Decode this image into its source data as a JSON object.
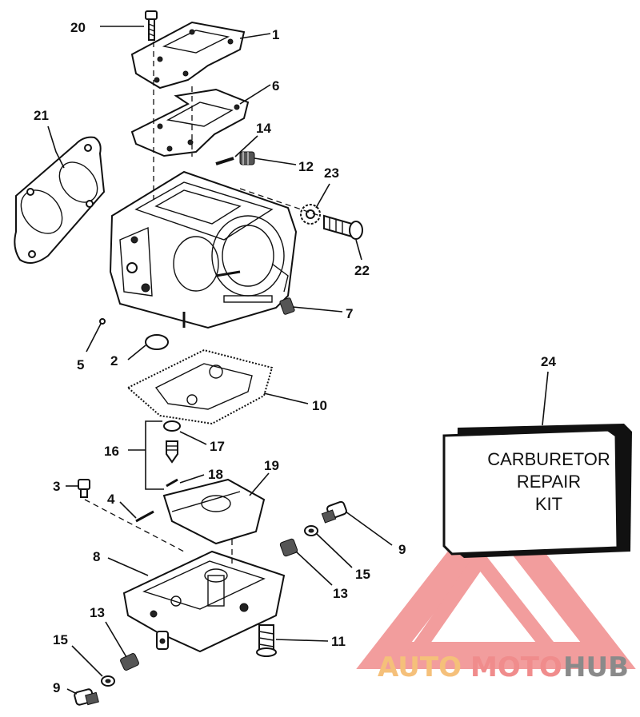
{
  "diagram": {
    "callouts": [
      {
        "id": "20",
        "text": "20"
      },
      {
        "id": "1",
        "text": "1"
      },
      {
        "id": "6",
        "text": "6"
      },
      {
        "id": "21",
        "text": "21"
      },
      {
        "id": "14",
        "text": "14"
      },
      {
        "id": "12",
        "text": "12"
      },
      {
        "id": "23",
        "text": "23"
      },
      {
        "id": "22",
        "text": "22"
      },
      {
        "id": "7",
        "text": "7"
      },
      {
        "id": "5",
        "text": "5"
      },
      {
        "id": "2",
        "text": "2"
      },
      {
        "id": "10",
        "text": "10"
      },
      {
        "id": "16",
        "text": "16"
      },
      {
        "id": "17",
        "text": "17"
      },
      {
        "id": "18",
        "text": "18"
      },
      {
        "id": "19",
        "text": "19"
      },
      {
        "id": "3",
        "text": "3"
      },
      {
        "id": "4",
        "text": "4"
      },
      {
        "id": "8",
        "text": "8"
      },
      {
        "id": "9a",
        "text": "9"
      },
      {
        "id": "15a",
        "text": "15"
      },
      {
        "id": "13a",
        "text": "13"
      },
      {
        "id": "13b",
        "text": "13"
      },
      {
        "id": "11",
        "text": "11"
      },
      {
        "id": "15b",
        "text": "15"
      },
      {
        "id": "9b",
        "text": "9"
      },
      {
        "id": "24",
        "text": "24"
      }
    ],
    "kit_box": {
      "line1": "CARBURETOR",
      "line2": "REPAIR",
      "line3": "KIT"
    }
  },
  "watermark": {
    "part1": "AUTO",
    "part2": "MOTO",
    "part3": "HUB",
    "colors": {
      "accent": "#f08c8c",
      "orange": "#f5c07a",
      "gray": "#8a8a8a"
    }
  }
}
